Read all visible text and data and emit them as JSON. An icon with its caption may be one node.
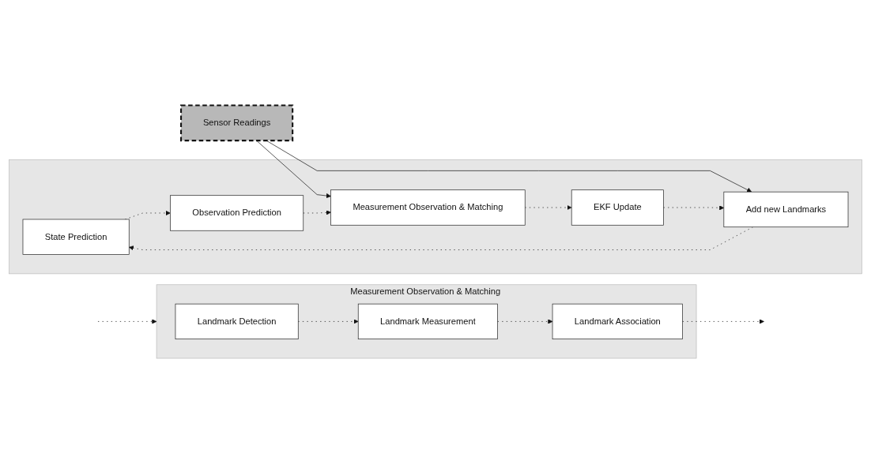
{
  "diagram": {
    "nodes": [
      {
        "text": [
          "Sensor Readings"
        ]
      },
      {
        "text": [],
        "shape": "box"
      },
      {
        "text": [
          "State Prediction"
        ],
        "in": 1
      },
      {
        "text": [
          "Observation Prediction"
        ],
        "in": 1
      },
      {
        "text": [
          "Measurement Observation & Matching"
        ],
        "in": 1
      },
      {
        "text": [
          "EKF Update"
        ],
        "in": 1
      },
      {
        "text": [
          "Add new Landmarks"
        ],
        "in": 1
      },
      {
        "text": [
          "Measurement Observation & Matching"
        ]
      },
      {
        "text": [
          "Landmark Detection"
        ],
        "in": 7
      },
      {
        "text": [
          "Landmark Measurement"
        ],
        "in": 7
      },
      {
        "text": [
          "Landmark Association"
        ],
        "in": 7
      }
    ],
    "edges": [
      {
        "from": 0,
        "to": 4,
        "arrow": "to"
      },
      {
        "from": 0,
        "to": 6,
        "arrow": "to"
      },
      {
        "from": 2,
        "to": 3,
        "arrow": "to",
        "style": "dashed"
      },
      {
        "from": 3,
        "to": 4,
        "arrow": "to",
        "style": "dashed"
      },
      {
        "from": 4,
        "to": 5,
        "arrow": "to",
        "style": "dashed"
      },
      {
        "from": 5,
        "to": 6,
        "arrow": "to",
        "style": "dashed"
      },
      {
        "from": 6,
        "to": 2,
        "arrow": "to",
        "style": "dashed"
      },
      {
        "from": null,
        "to": 7,
        "arrow": "to",
        "style": "dashed"
      },
      {
        "from": 8,
        "to": 9,
        "arrow": "to",
        "style": "dashed"
      },
      {
        "from": 9,
        "to": 10,
        "arrow": "to",
        "style": "dashed"
      },
      {
        "from": 10,
        "to": null,
        "arrow": "to",
        "style": "dashed"
      }
    ]
  }
}
